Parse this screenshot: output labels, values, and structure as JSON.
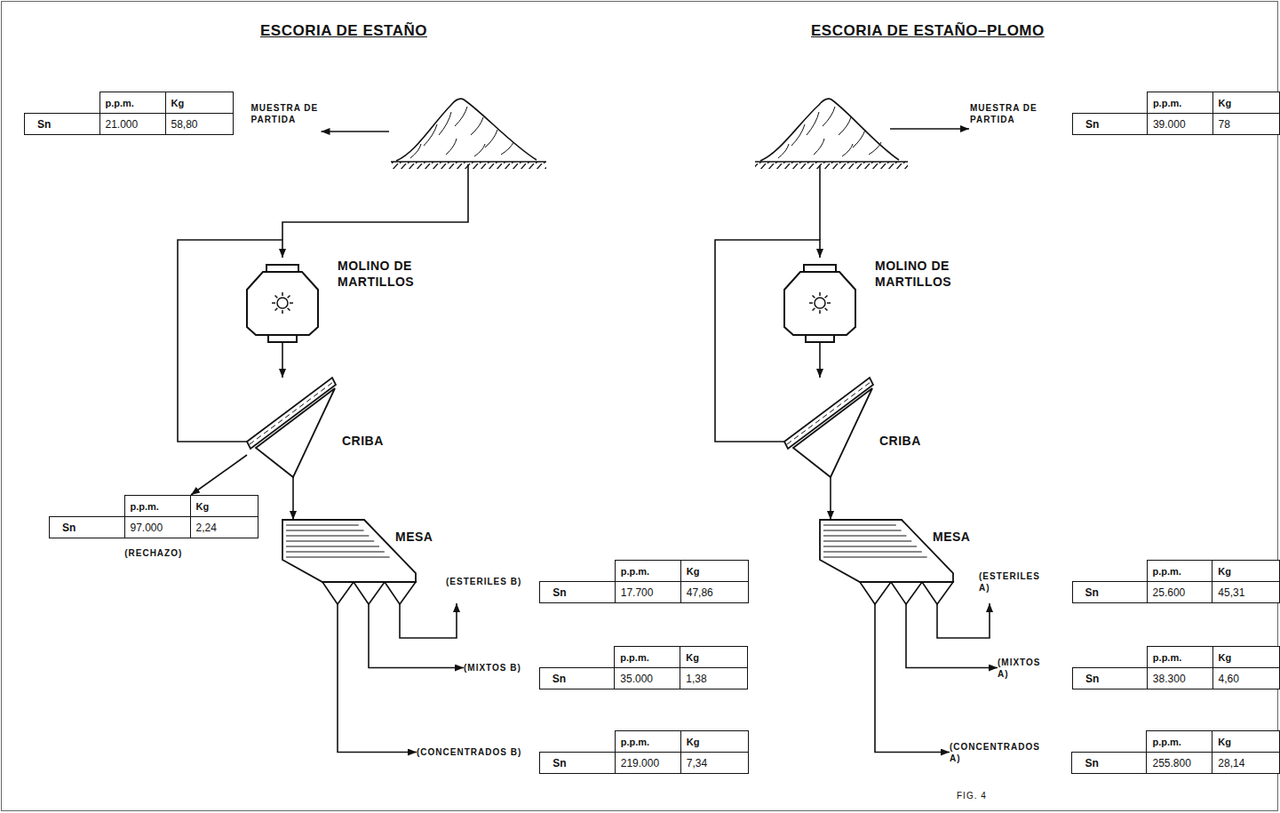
{
  "diagram": {
    "nodes": [
      {
        "text": [
          "p.p.m.",
          "Kg",
          "Sn",
          "21.000",
          "58,80",
          "MUESTRA DE PARTIDA"
        ]
      },
      {
        "text": [
          "MOLINO DE MARTILLOS"
        ]
      },
      {
        "text": [
          "CRIBA"
        ]
      },
      {
        "text": [
          "p.p.m.",
          "Kg",
          "Sn",
          "97.000",
          "2,24",
          "(RECHAZO)"
        ]
      },
      {
        "text": [
          "MESA"
        ]
      },
      {
        "text": [
          "(ESTERILES B)",
          "p.p.m.",
          "Kg",
          "Sn",
          "17.700",
          "47,86"
        ]
      },
      {
        "text": [
          "(MIXTOS B)",
          "p.p.m.",
          "Kg",
          "Sn",
          "35.000",
          "1,38"
        ]
      },
      {
        "text": [
          "(CONCENTRADOS B)",
          "p.p.m.",
          "Kg",
          "Sn",
          "219.000",
          "7,34"
        ]
      },
      {
        "text": [
          "MUESTRA DE PARTIDA",
          "p.p.m.",
          "Kg",
          "Sn",
          "39.000",
          "78"
        ]
      },
      {
        "text": [
          "MOLINO DE MARTILLOS"
        ]
      },
      {
        "text": [
          "CRIBA"
        ]
      },
      {
        "text": [
          "MESA"
        ]
      },
      {
        "text": [
          "(ESTERILES A)",
          "p.p.m.",
          "Kg",
          "Sn",
          "25.600",
          "45,31"
        ]
      },
      {
        "text": [
          "(MIXTOS A)",
          "p.p.m.",
          "Kg",
          "Sn",
          "38.300",
          "4,60"
        ]
      },
      {
        "text": [
          "(CONCENTRADOS A)",
          "p.p.m.",
          "Kg",
          "Sn",
          "255.800",
          "28,14"
        ]
      }
    ],
    "edges": [
      {
        "from": 2,
        "to": 1,
        "arrow": "to"
      },
      {
        "from": 1,
        "to": 2,
        "arrow": "to"
      },
      {
        "from": 2,
        "to": 3,
        "arrow": "to"
      },
      {
        "from": 2,
        "to": 4,
        "arrow": "to"
      },
      {
        "from": 4,
        "to": 5,
        "arrow": "to"
      },
      {
        "from": 4,
        "to": 6,
        "arrow": "to"
      },
      {
        "from": 4,
        "to": 7,
        "arrow": "to"
      },
      {
        "from": 10,
        "to": 9,
        "arrow": "to"
      },
      {
        "from": 9,
        "to": 10,
        "arrow": "to"
      },
      {
        "from": 10,
        "to": 11,
        "arrow": "to"
      },
      {
        "from": 11,
        "to": 12,
        "arrow": "to"
      },
      {
        "from": 11,
        "to": 13,
        "arrow": "to"
      },
      {
        "from": 11,
        "to": 14,
        "arrow": "to"
      }
    ],
    "labels": [
      "ESCORIA DE ESTAÑO",
      "ESCORIA DE ESTAÑO–PLOMO",
      "FIG. 4"
    ]
  }
}
